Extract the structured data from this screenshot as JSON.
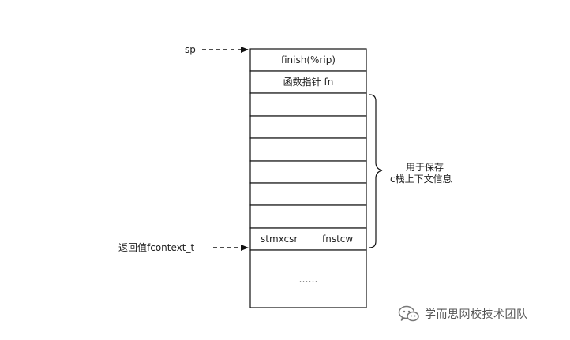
{
  "stack": {
    "rows": [
      {
        "left": "finish(%rip)"
      },
      {
        "left": "函数指针 fn"
      },
      {
        "left": ""
      },
      {
        "left": ""
      },
      {
        "left": ""
      },
      {
        "left": ""
      },
      {
        "left": ""
      },
      {
        "left": ""
      },
      {
        "left": "stmxcsr",
        "right": "fnstcw"
      },
      {
        "left": "……"
      }
    ]
  },
  "pointers": {
    "sp": "sp",
    "ret": "返回值fcontext_t"
  },
  "brace_label": {
    "line1": "用于保存",
    "line2": "c栈上下文信息"
  },
  "watermark": {
    "text": "学而思网校技术团队",
    "icon": "wechat-icon"
  }
}
